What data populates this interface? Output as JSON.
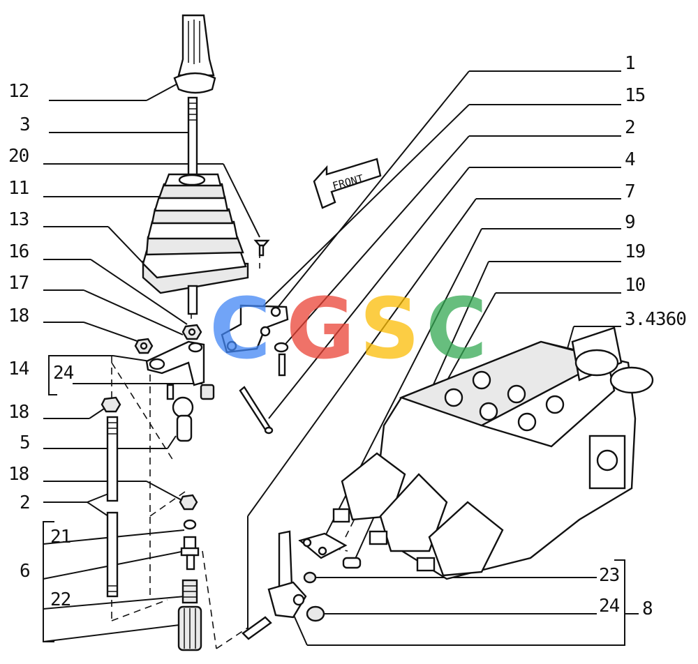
{
  "labels": {
    "l12": "12",
    "l3": "3",
    "l20": "20",
    "l11": "11",
    "l13": "13",
    "l16": "16",
    "l17": "17",
    "l18a": "18",
    "l14": "14",
    "l24a": "24",
    "l18b": "18",
    "l5": "5",
    "l18c": "18",
    "l2a": "2",
    "l21": "21",
    "l6": "6",
    "l22": "22",
    "r1": "1",
    "r15": "15",
    "r2": "2",
    "r4": "4",
    "r7": "7",
    "r9": "9",
    "r19": "19",
    "r10": "10",
    "r_ref": "3.4360",
    "r23": "23",
    "r24": "24",
    "r8": "8"
  },
  "front_arrow": "FRONT",
  "watermark": {
    "text": "CGSC",
    "colors": [
      "#4285f4",
      "#ea4335",
      "#fbbc05",
      "#34a853"
    ]
  }
}
